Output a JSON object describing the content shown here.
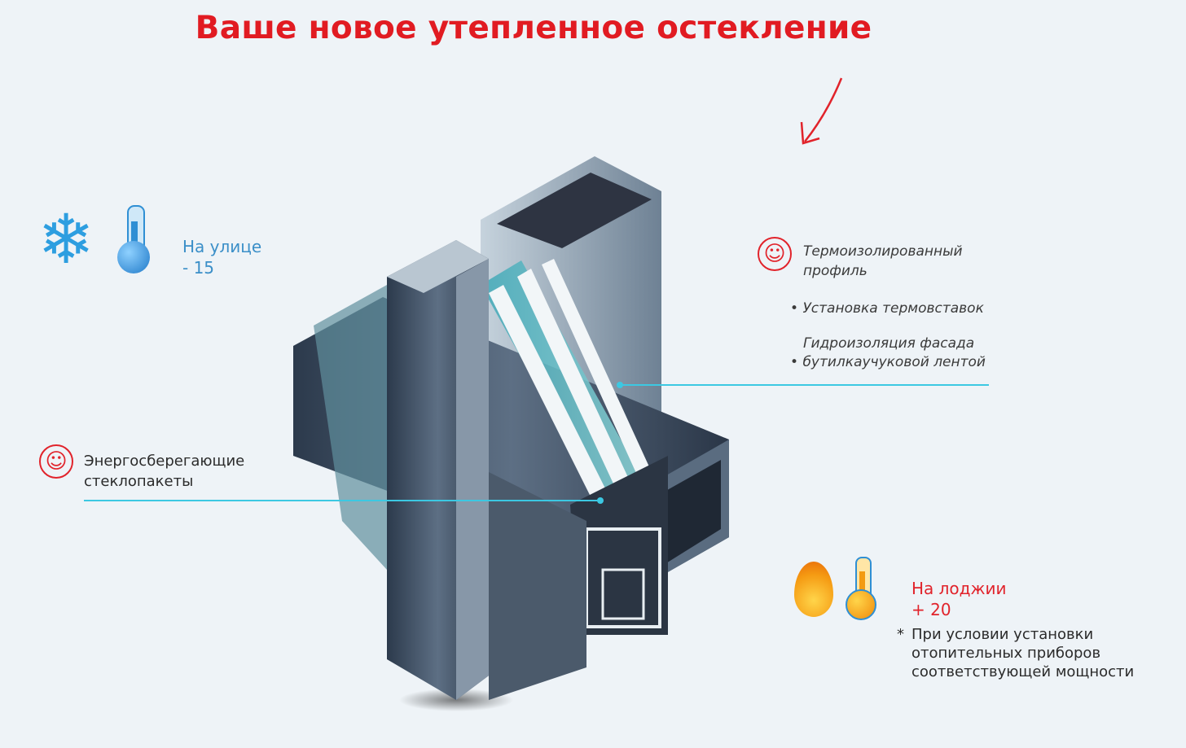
{
  "title": "Ваше новое утепленное остекление",
  "outside": {
    "label": "На улице",
    "value": "- 15",
    "icons": [
      "snowflake-icon",
      "cold-thermometer-icon"
    ]
  },
  "glass": {
    "line1": "Энергосберегающие",
    "line2": "стеклопакеты",
    "icon": "smiley-icon"
  },
  "profile": {
    "line1": "Термоизолированный",
    "line2": "профиль",
    "bullets": [
      "Установка термовставок",
      "Гидроизоляция фасада бутилкаучуковой лентой"
    ],
    "bullet2_line1": "Гидроизоляция фасада",
    "bullet2_line2": "бутилкаучуковой лентой",
    "icon": "smiley-icon"
  },
  "loggia": {
    "label": "На лоджии",
    "value": "+ 20",
    "note_mark": "*",
    "note_lines": [
      "При условии установки",
      "отопительных приборов",
      "соответствующей мощности"
    ],
    "icons": [
      "flame-icon",
      "warm-thermometer-icon"
    ]
  },
  "colors": {
    "title": "#e11b22",
    "outside": "#3b8fc8",
    "loggia": "#e1232b",
    "leader": "#3cc8e2"
  }
}
